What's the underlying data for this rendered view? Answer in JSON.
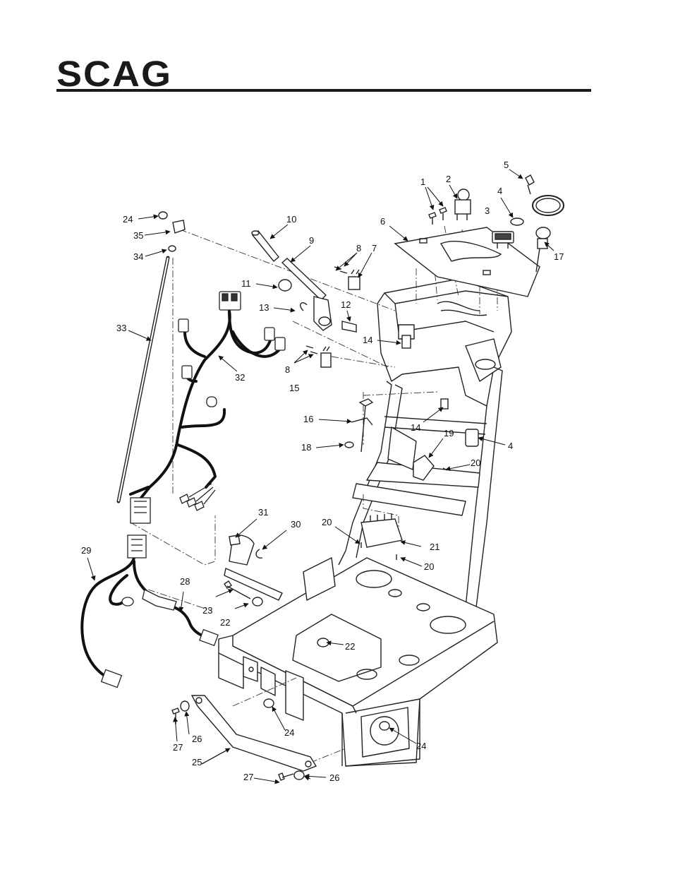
{
  "brand": {
    "logo_text": "SCAG",
    "ink_color": "#1a1a1a"
  },
  "diagram": {
    "callouts": [
      {
        "id": "c1",
        "label": "1"
      },
      {
        "id": "c2",
        "label": "2"
      },
      {
        "id": "c3",
        "label": "3"
      },
      {
        "id": "c4a",
        "label": "4"
      },
      {
        "id": "c5",
        "label": "5"
      },
      {
        "id": "c6",
        "label": "6"
      },
      {
        "id": "c7",
        "label": "7"
      },
      {
        "id": "c8a",
        "label": "8"
      },
      {
        "id": "c8b",
        "label": "8"
      },
      {
        "id": "c9",
        "label": "9"
      },
      {
        "id": "c10",
        "label": "10"
      },
      {
        "id": "c11",
        "label": "11"
      },
      {
        "id": "c12",
        "label": "12"
      },
      {
        "id": "c13",
        "label": "13"
      },
      {
        "id": "c14a",
        "label": "14"
      },
      {
        "id": "c14b",
        "label": "14"
      },
      {
        "id": "c15",
        "label": "15"
      },
      {
        "id": "c16",
        "label": "16"
      },
      {
        "id": "c17",
        "label": "17"
      },
      {
        "id": "c18",
        "label": "18"
      },
      {
        "id": "c19",
        "label": "19"
      },
      {
        "id": "c4b",
        "label": "4"
      },
      {
        "id": "c20a",
        "label": "20"
      },
      {
        "id": "c20b",
        "label": "20"
      },
      {
        "id": "c20c",
        "label": "20"
      },
      {
        "id": "c21",
        "label": "21"
      },
      {
        "id": "c22a",
        "label": "22"
      },
      {
        "id": "c22b",
        "label": "22"
      },
      {
        "id": "c23",
        "label": "23"
      },
      {
        "id": "c24a",
        "label": "24"
      },
      {
        "id": "c24b",
        "label": "24"
      },
      {
        "id": "c24c",
        "label": "24"
      },
      {
        "id": "c25",
        "label": "25"
      },
      {
        "id": "c26a",
        "label": "26"
      },
      {
        "id": "c26b",
        "label": "26"
      },
      {
        "id": "c27a",
        "label": "27"
      },
      {
        "id": "c27b",
        "label": "27"
      },
      {
        "id": "c28",
        "label": "28"
      },
      {
        "id": "c29",
        "label": "29"
      },
      {
        "id": "c30",
        "label": "30"
      },
      {
        "id": "c31",
        "label": "31"
      },
      {
        "id": "c32",
        "label": "32"
      },
      {
        "id": "c33",
        "label": "33"
      },
      {
        "id": "c34",
        "label": "34"
      },
      {
        "id": "c35",
        "label": "35"
      }
    ]
  }
}
